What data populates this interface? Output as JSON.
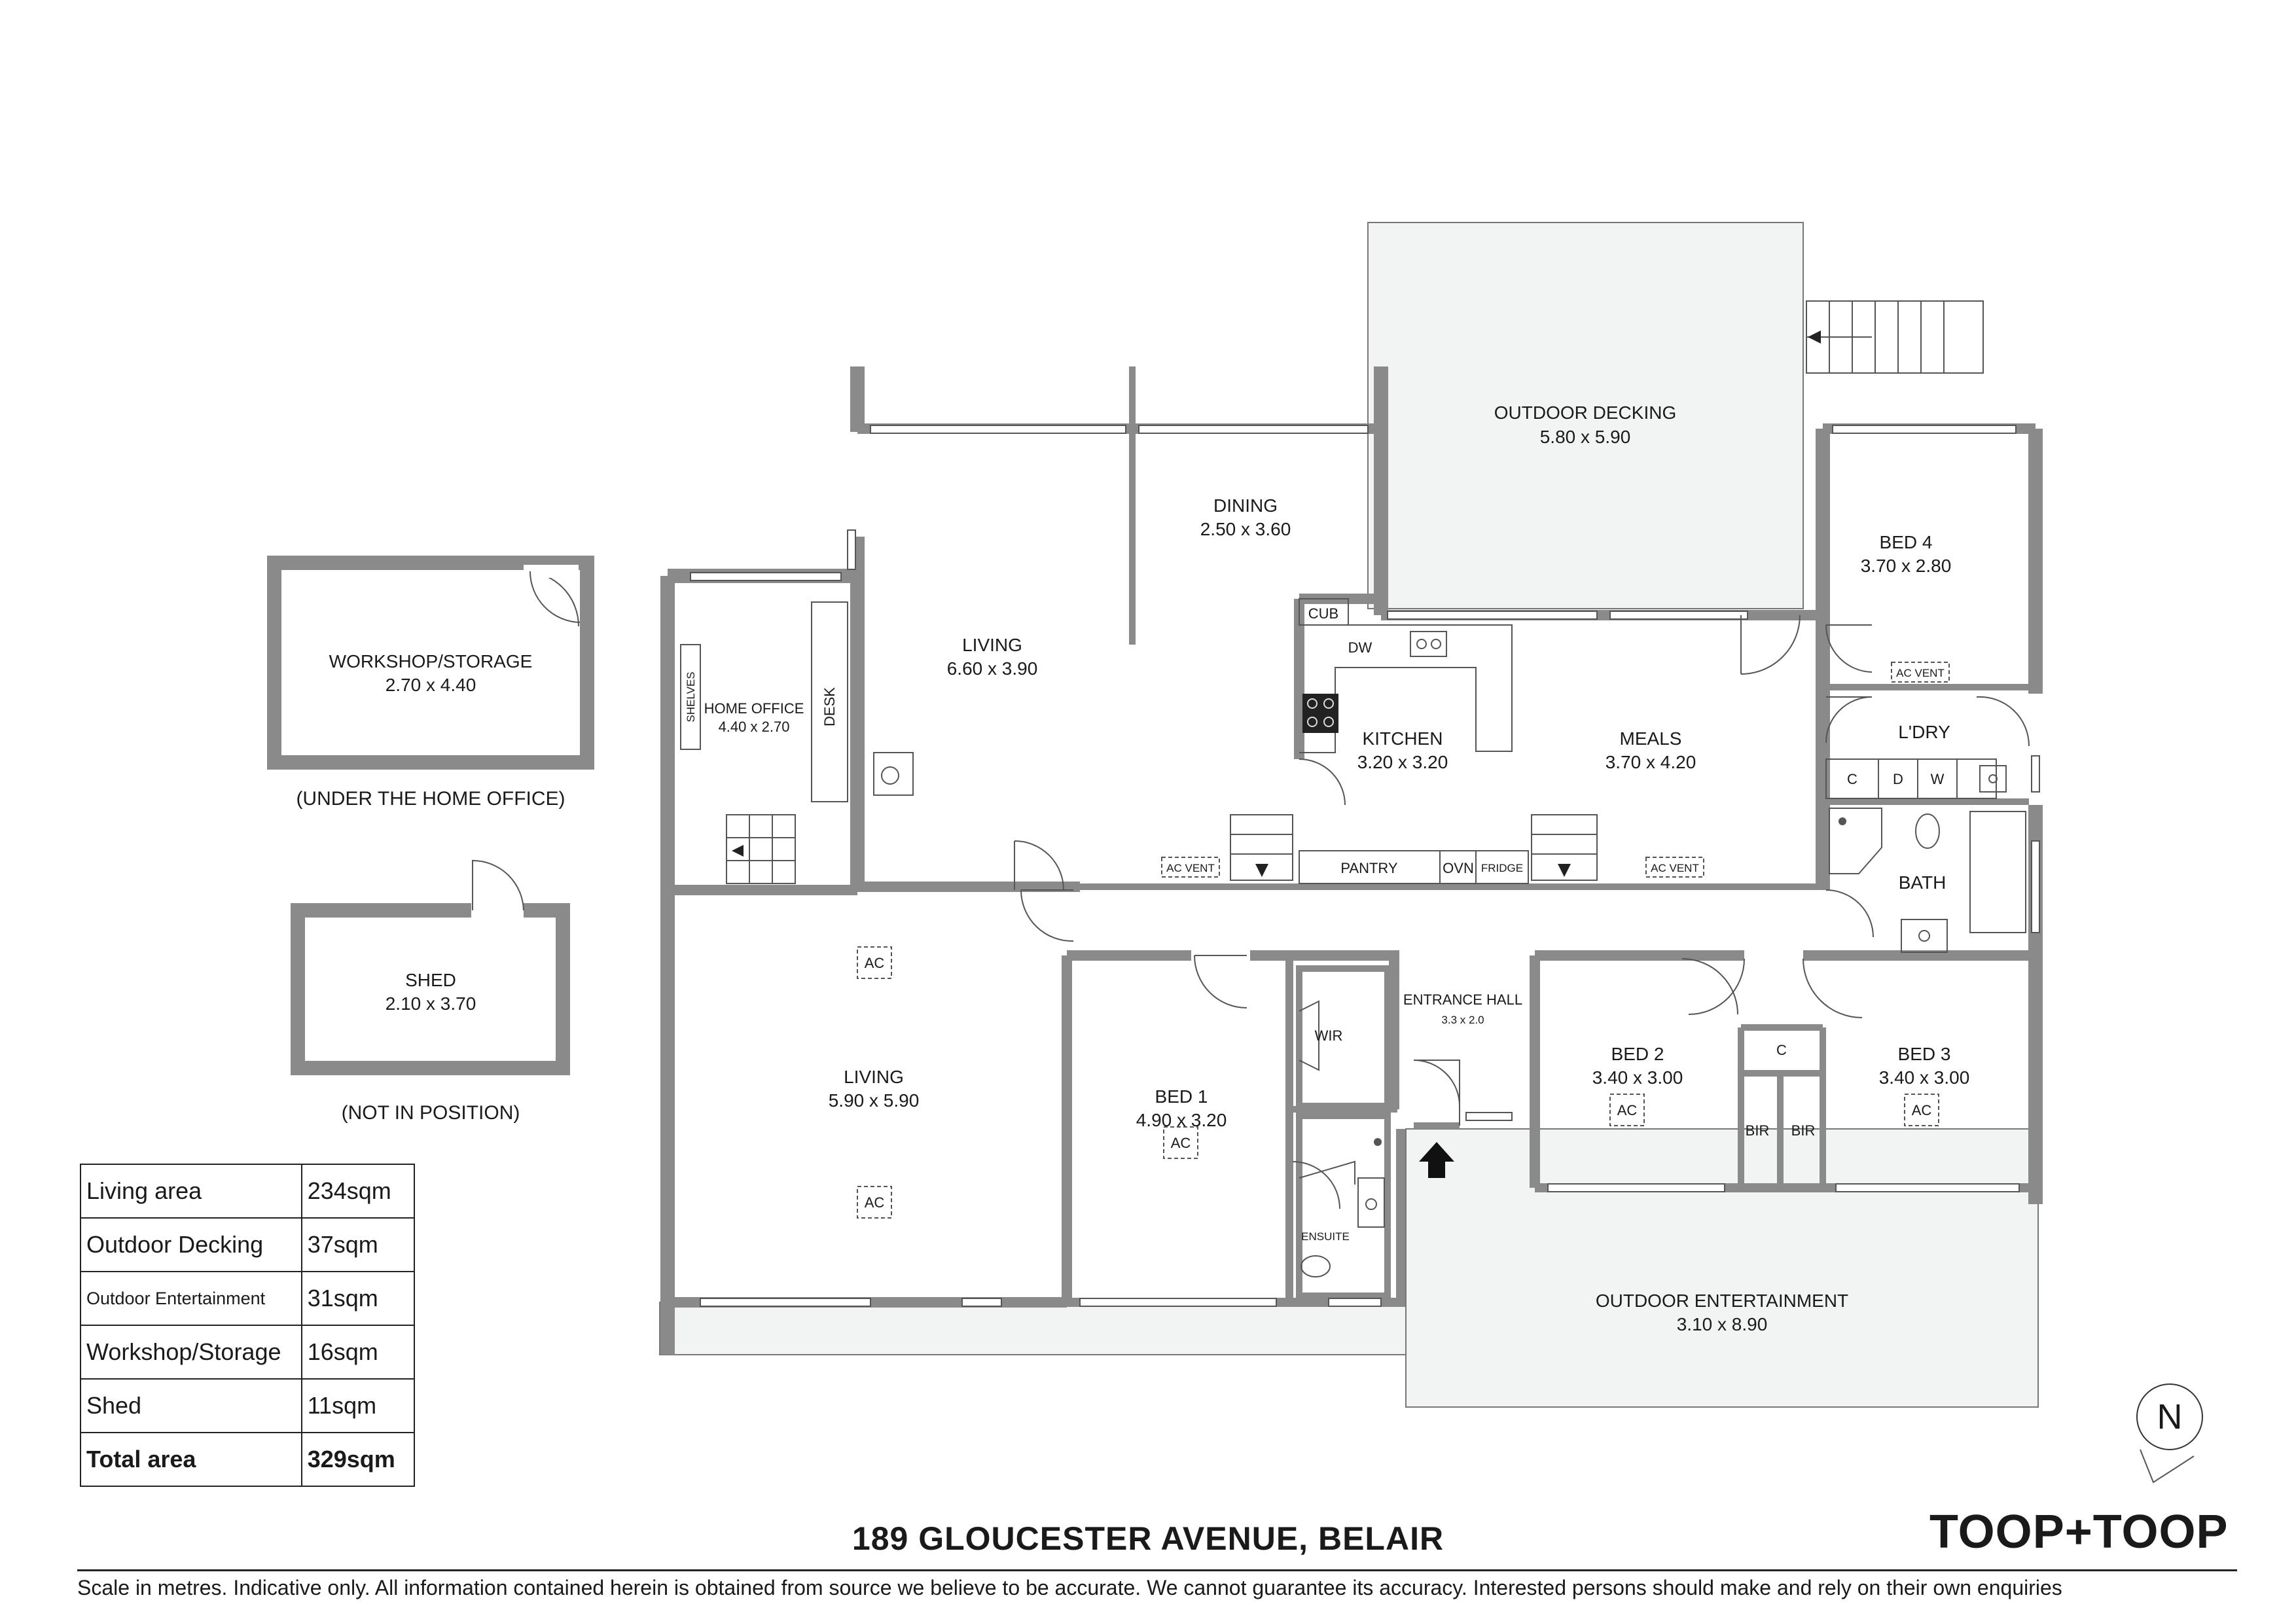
{
  "rooms": {
    "outdoor_decking": {
      "name": "OUTDOOR DECKING",
      "dim": "5.80 x 5.90"
    },
    "dining": {
      "name": "DINING",
      "dim": "2.50 x 3.60"
    },
    "bed4": {
      "name": "BED 4",
      "dim": "3.70 x 2.80"
    },
    "living_upper": {
      "name": "LIVING",
      "dim": "6.60 x 3.90"
    },
    "home_office": {
      "name": "HOME OFFICE",
      "dim": "4.40 x 2.70"
    },
    "kitchen": {
      "name": "KITCHEN",
      "dim": "3.20 x 3.20"
    },
    "meals": {
      "name": "MEALS",
      "dim": "3.70 x 4.20"
    },
    "living_lower": {
      "name": "LIVING",
      "dim": "5.90 x 5.90"
    },
    "bed1": {
      "name": "BED 1",
      "dim": "4.90 x 3.20"
    },
    "entrance_hall": {
      "name": "ENTRANCE HALL",
      "dim": "3.3 x 2.0"
    },
    "bed2": {
      "name": "BED 2",
      "dim": "3.40 x 3.00"
    },
    "bed3": {
      "name": "BED 3",
      "dim": "3.40 x 3.00"
    },
    "outdoor_entertainment": {
      "name": "OUTDOOR ENTERTAINMENT",
      "dim": "3.10 x 8.90"
    },
    "workshop": {
      "name": "WORKSHOP/STORAGE",
      "dim": "2.70 x 4.40"
    },
    "shed": {
      "name": "SHED",
      "dim": "2.10 x 3.70"
    }
  },
  "fixtures": {
    "cub": "CUB",
    "dw": "DW",
    "shelves": "SHELVES",
    "desk": "DESK",
    "pantry": "PANTRY",
    "ovn": "OVN",
    "fridge": "FRIDGE",
    "ldry": "L'DRY",
    "c": "C",
    "d": "D",
    "w": "W",
    "bath": "BATH",
    "wir": "WIR",
    "ensuite": "ENSUITE",
    "bir": "BIR",
    "ac": "AC",
    "ac_vent": "AC VENT"
  },
  "notes": {
    "under_home_office": "(UNDER THE HOME OFFICE)",
    "not_in_position": "(NOT IN POSITION)"
  },
  "compass": {
    "letter": "N"
  },
  "area_table": [
    {
      "label": "Living area",
      "value": "234sqm"
    },
    {
      "label": "Outdoor Decking",
      "value": "37sqm"
    },
    {
      "label": "Outdoor Entertainment",
      "value": "31sqm"
    },
    {
      "label": "Workshop/Storage",
      "value": "16sqm"
    },
    {
      "label": "Shed",
      "value": "11sqm"
    },
    {
      "label": "Total area",
      "value": "329sqm"
    }
  ],
  "address": "189 GLOUCESTER AVENUE, BELAIR",
  "brand": "TOOP+TOOP",
  "disclaimer": "Scale in metres. Indicative only. All information contained herein is obtained from source we believe to be accurate. We cannot guarantee its accuracy. Interested persons should make and rely on their own enquiries",
  "colors": {
    "wall": "#8a8a8a",
    "outdoor": "#f2f4f3",
    "text": "#1a1a1a"
  }
}
